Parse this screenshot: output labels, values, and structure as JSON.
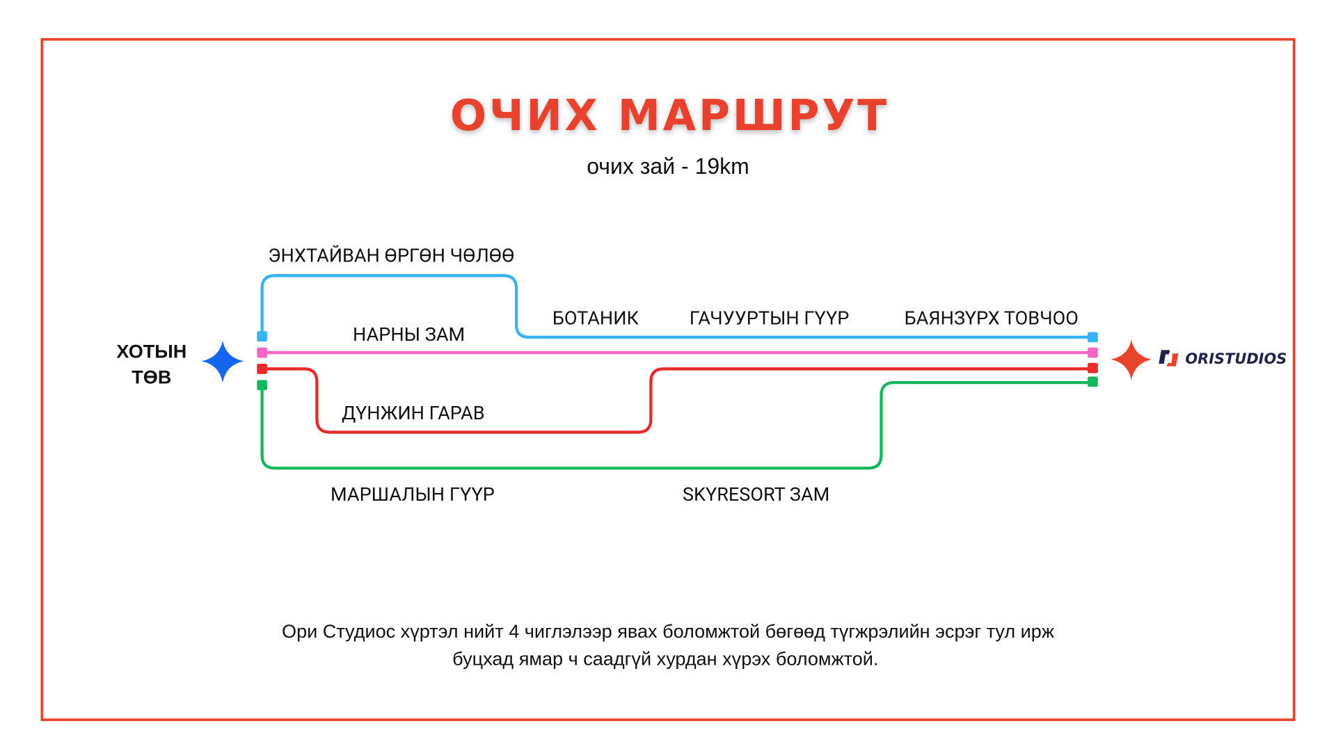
{
  "title": "ОЧИХ МАРШРУТ",
  "subtitle": "очих зай - 19km",
  "origin": {
    "line1": "ХОТЫН",
    "line2": "ТӨВ"
  },
  "logo": {
    "text": "ORISTUDIOS"
  },
  "colors": {
    "border": "#e8432d",
    "blue": "#35b3f2",
    "pink": "#f466c2",
    "red": "#e82a2a",
    "green": "#14b85a",
    "origin_star": "#1466f0",
    "dest_star": "#e8432d"
  },
  "routes": [
    {
      "color": "blue",
      "labels": [
        "ЭНХТАЙВАН ӨРГӨН ЧӨЛӨӨ",
        "БОТАНИК",
        "ГАЧУУРТЫН ГҮҮР",
        "БАЯНЗҮРХ ТОВЧОО"
      ]
    },
    {
      "color": "pink",
      "labels": [
        "НАРНЫ ЗАМ"
      ]
    },
    {
      "color": "red",
      "labels": [
        "ДҮНЖИН ГАРАВ"
      ]
    },
    {
      "color": "green",
      "labels": [
        "МАРШАЛЫН ГҮҮР",
        "SKYRESORT ЗАМ"
      ]
    }
  ],
  "description": {
    "line1": "Ори Студиос хүртэл нийт 4 чиглэлээр явах боломжтой бөгөөд түгжрэлийн эсрэг тул ирж",
    "line2": "буцхад ямар ч саадгүй хурдан хүрэх боломжтой."
  }
}
